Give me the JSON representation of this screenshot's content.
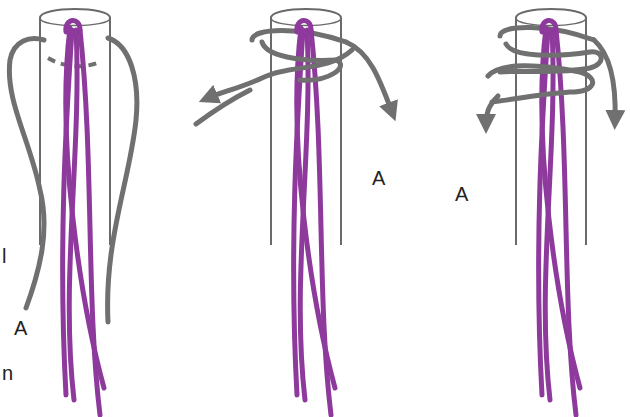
{
  "diagram": {
    "labels": [
      "l",
      "A",
      "n",
      "A",
      "A"
    ]
  }
}
